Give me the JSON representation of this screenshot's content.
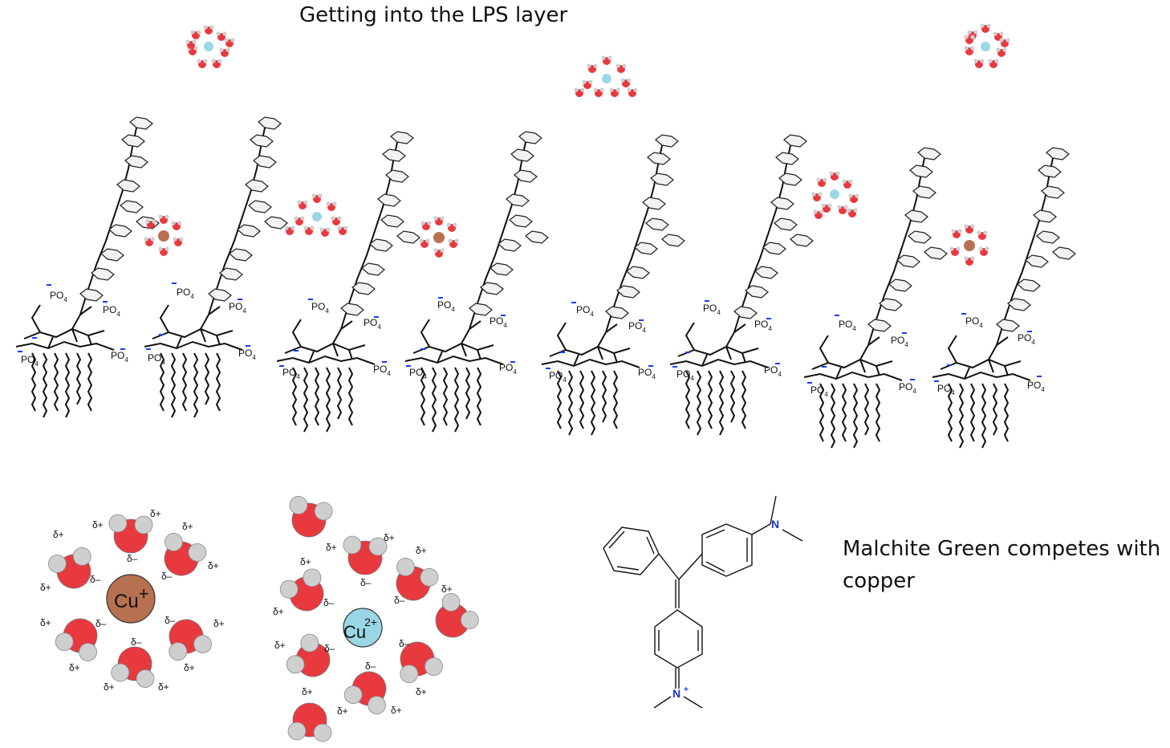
{
  "title": "Getting into the LPS layer",
  "lps": {
    "phosphate_label": "PO",
    "phosphate_subscript": "4",
    "negative_charge": "–"
  },
  "complexes": {
    "cu1": {
      "ion_symbol": "Cu",
      "charge": "+",
      "color": "#b87150"
    },
    "cu2": {
      "ion_symbol": "Cu",
      "charge": "2+",
      "color": "#9ad7e6"
    },
    "delta_plus": "δ+",
    "delta_minus": "δ–",
    "oxygen_color": "#e8393f",
    "hydrogen_color": "#c8c8c8"
  },
  "malachite": {
    "amine_label": "N",
    "iminium_label": "N",
    "iminium_charge": "+",
    "caption_line1": "Malchite Green competes with",
    "caption_line2": "copper"
  }
}
